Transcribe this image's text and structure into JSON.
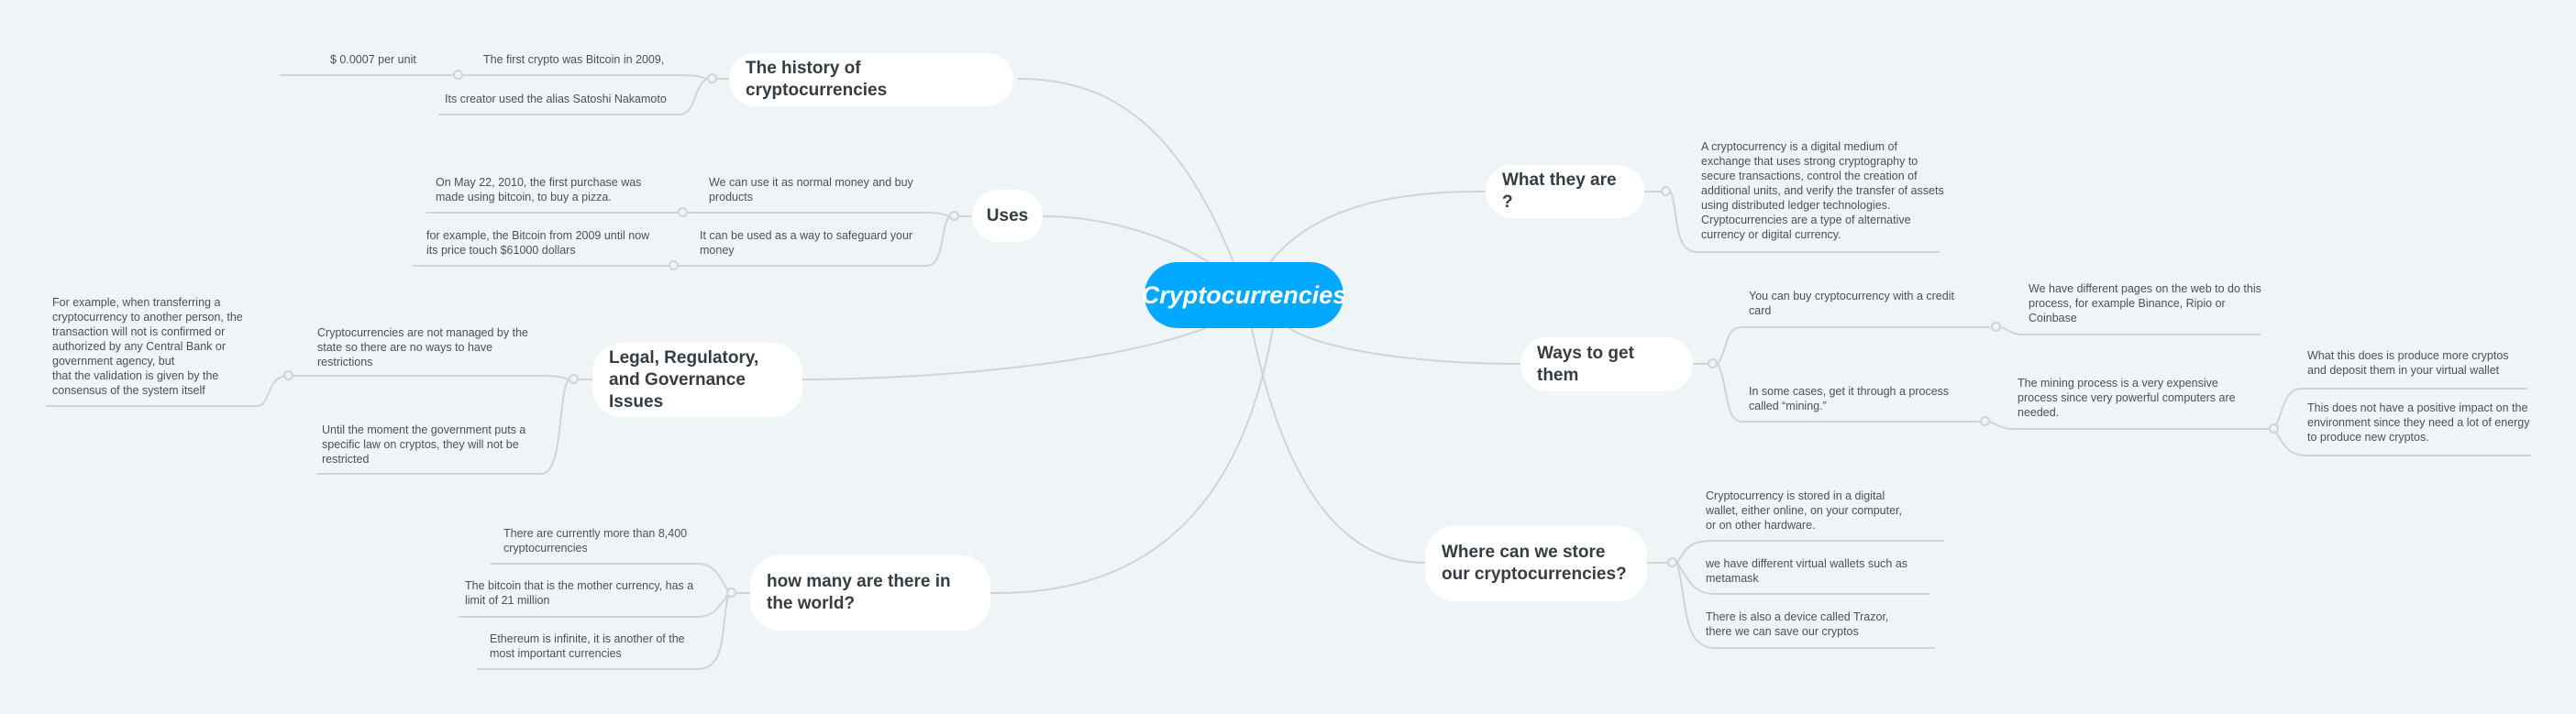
{
  "root": {
    "label": "Cryptocurrencies",
    "color": "#00a8ff"
  },
  "topics": {
    "history": {
      "label": "The history of cryptocurrencies",
      "children": [
        {
          "label": "The first crypto was Bitcoin in 2009,",
          "children": [
            {
              "label": "$ 0.0007 per unit"
            }
          ]
        },
        {
          "label": "Its creator used the alias Satoshi Nakamoto"
        }
      ]
    },
    "uses": {
      "label": "Uses",
      "children": [
        {
          "label": "We can use it as normal money and buy products",
          "children": [
            {
              "label": "On May 22, 2010, the first purchase was made using bitcoin, to buy a pizza."
            }
          ]
        },
        {
          "label": "It can be used as a way to safeguard your money",
          "children": [
            {
              "label": "for example, the Bitcoin from 2009 until now its price touch  $61000 dollars"
            }
          ]
        }
      ]
    },
    "legal": {
      "label": "Legal, Regulatory, and Governance Issues",
      "children": [
        {
          "label": "Cryptocurrencies are not managed by the state so there are no ways to have restrictions",
          "children": [
            {
              "label": "For example, when transferring a cryptocurrency to another person, the transaction will not is confirmed or authorized by any Central Bank or government agency, but\nthat the validation is given by the consensus of the system itself"
            }
          ]
        },
        {
          "label": "Until the moment the government puts a specific law on cryptos, they will not be restricted"
        }
      ]
    },
    "howmany": {
      "label": "how many are there in the world?",
      "children": [
        {
          "label": "There are currently more than 8,400 cryptocurrencies"
        },
        {
          "label": "The bitcoin that is the mother currency, has a limit of 21 million"
        },
        {
          "label": "Ethereum is infinite, it is another of the most important currencies"
        }
      ]
    },
    "what": {
      "label": "What they are ?",
      "children": [
        {
          "label": "A cryptocurrency is a digital medium of exchange that uses strong cryptography to secure transactions, control the creation of additional units, and verify the transfer of assets using distributed ledger technologies. Cryptocurrencies are a type of alternative currency or digital currency."
        }
      ]
    },
    "ways": {
      "label": "Ways to get them",
      "children": [
        {
          "label": "You can buy cryptocurrency with a credit card",
          "children": [
            {
              "label": "We have different pages on the web to do this process, for example Binance, Ripio or Coinbase"
            }
          ]
        },
        {
          "label": "In some cases, get it through a process called “mining.”",
          "children": [
            {
              "label": "The mining process is a very expensive process since very powerful computers are needed.",
              "children": [
                {
                  "label": "What this does is produce more cryptos and deposit them in your virtual wallet"
                },
                {
                  "label": "This does not have a positive impact on the environment since they need a lot of energy to produce new cryptos."
                }
              ]
            }
          ]
        }
      ]
    },
    "where": {
      "label": "Where can we store our cryptocurrencies?",
      "children": [
        {
          "label": "Cryptocurrency is stored in a digital wallet, either online, on your computer, or on other hardware."
        },
        {
          "label": "we have different virtual wallets such as metamask"
        },
        {
          "label": "There is also a device called Trazor, there we can save our cryptos"
        }
      ]
    }
  },
  "colors": {
    "background": "#eff4f7",
    "line": "#cfd4d8",
    "topic_text": "#343c44",
    "leaf_text": "#4a525a"
  }
}
